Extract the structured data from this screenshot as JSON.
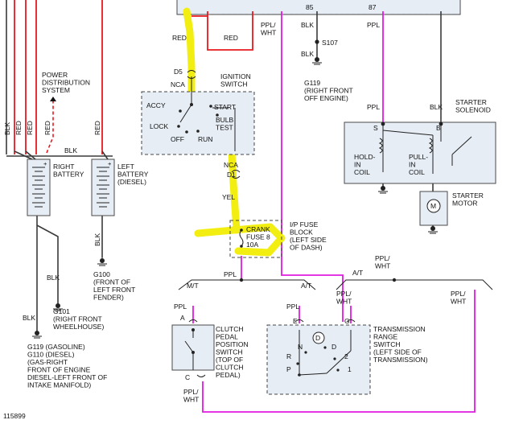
{
  "diagram": {
    "figure_id": "115899",
    "wire_colors": {
      "BLK": "#3a3a3a",
      "RED": "#e8191f",
      "PPL": "#e01be0",
      "YEL_highlight": "#f2ee12"
    },
    "labels": {
      "red_top1": "RED",
      "red_top2": "RED",
      "d5": "D5",
      "nca_top": "NCA",
      "ign_title": "IGNITION\nSWITCH",
      "accy": "ACCY",
      "lock": "LOCK",
      "off": "OFF",
      "start": "START",
      "bulb_test": "BULB\nTEST",
      "run": "RUN",
      "nca_bot": "NCA",
      "d1": "D1",
      "yel": "YEL",
      "power_dist": "POWER\nDISTRIBUTION\nSYSTEM",
      "blk_vert": "BLK",
      "red_v1": "RED",
      "red_v2": "RED",
      "red_v3": "RED",
      "red_v4": "RED",
      "blk_batt": "BLK",
      "right_battery": "RIGHT\nBATTERY",
      "left_battery": "LEFT\nBATTERY\n(DIESEL)",
      "blk_g100": "BLK",
      "g100": "G100\n(FRONT OF\nLEFT FRONT\nFENDER)",
      "blk_g101": "BLK",
      "g101": "G101\n(RIGHT FRONT\nWHEELHOUSE)",
      "blk_g119": "BLK",
      "g119": "G119 (GASOLINE)\nG110 (DIESEL)\n(GAS-RIGHT\nFRONT OF ENGINE\nDIESEL-LEFT FRONT OF\nINTAKE MANIFOLD)",
      "ppl_wht_top": "PPL/\nWHT",
      "n85": "85",
      "blk_85": "BLK",
      "s107": "S107",
      "blk_s107": "BLK",
      "g119_right": "G119\n(RIGHT FRONT\nOFF ENGINE)",
      "n87": "87",
      "ppl_87": "PPL",
      "ppl_sol": "PPL",
      "blk_sol": "BLK",
      "starter_solenoid": "STARTER\nSOLENOID",
      "s_term": "S",
      "b_term": "B",
      "hold_in": "HOLD-\nIN\nCOIL",
      "pull_in": "PULL-\nIN\nCOIL",
      "starter_motor": "STARTER\nMOTOR",
      "m": "M",
      "crank": "CRANK\nFUSE 8\n10A",
      "ip_fuse": "I/P FUSE\nBLOCK\n(LEFT SIDE\nOF DASH)",
      "ppl_fuse": "PPL",
      "at_top": "A/T",
      "ppl_wht_at": "PPL/\nWHT",
      "mt": "M/T",
      "at_mid": "A/T",
      "ppl_left": "PPL",
      "ppl_mid": "PPL",
      "ppl_wht_mid": "PPL/\nWHT",
      "ppl_wht_right": "PPL/\nWHT",
      "a_term": "A",
      "c_term": "C",
      "clutch": "CLUTCH\nPEDAL\nPOSITION\nSWITCH\n(TOP OF\nCLUTCH\nPEDAL)",
      "e_term": "E",
      "g_term": "G",
      "trans": "TRANSMISSION\nRANGE\nSWITCH\n(LEFT SIDE OF\nTRANSMISSION)",
      "p_pos": "P",
      "r_pos": "R",
      "n_pos": "N",
      "d_circle": "D",
      "d_pos": "D",
      "two_pos": "2",
      "one_pos": "1",
      "ppl_wht_bottom": "PPL/\nWHT"
    }
  }
}
